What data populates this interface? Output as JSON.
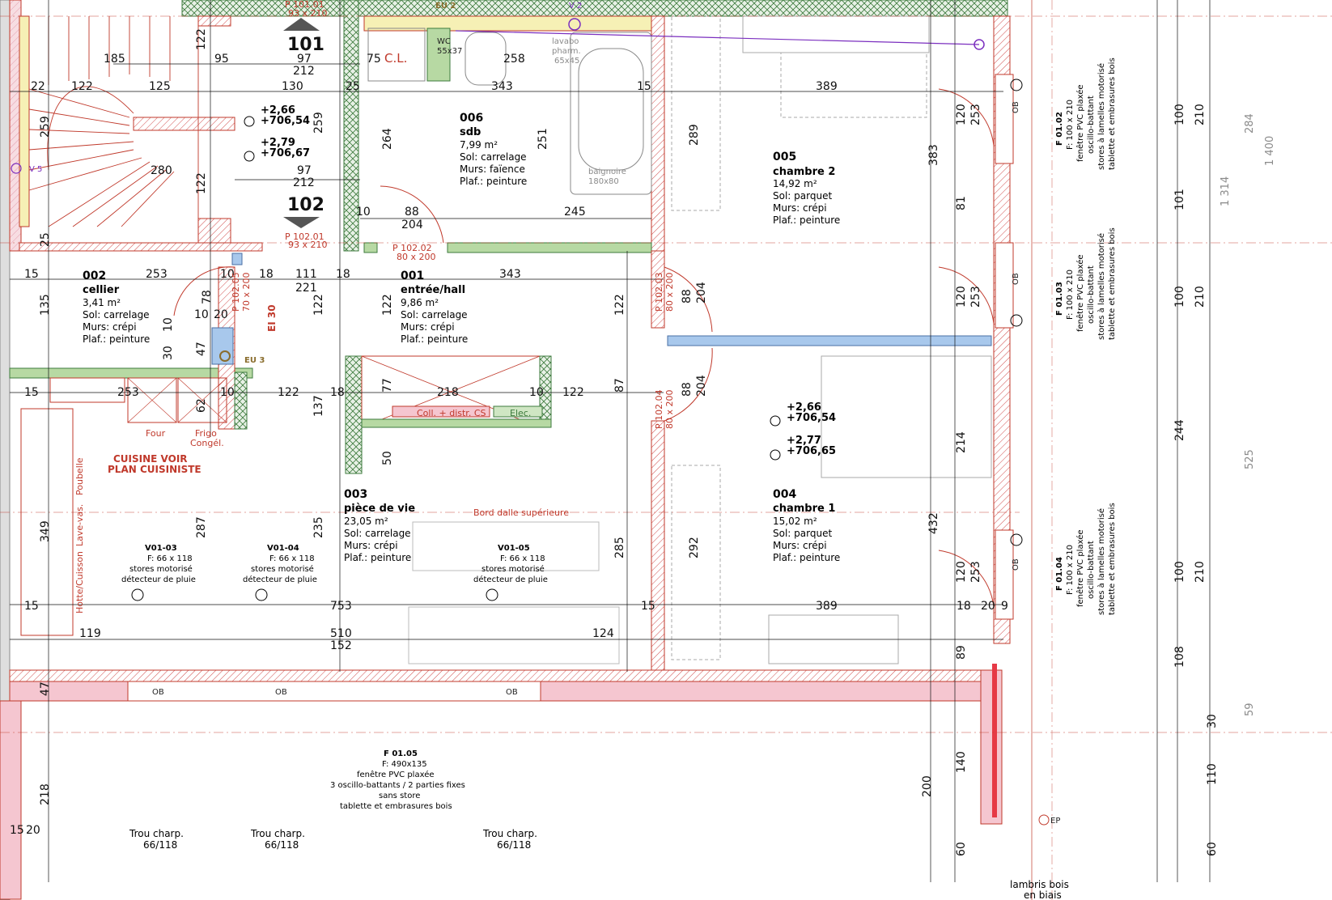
{
  "plan": {
    "top_dims": [
      "185",
      "95",
      "22",
      "122",
      "125",
      "130",
      "25",
      "75",
      "343",
      "15",
      "389",
      "97",
      "212"
    ],
    "doors": {
      "p10101": {
        "code": "P 101.01",
        "size": "93 x 210"
      },
      "p10201": {
        "code": "P 102.01",
        "size": "93 x 210"
      },
      "p10202": {
        "code": "P 102.02",
        "size": "80 x 200"
      },
      "p10203": {
        "code": "P 102.03",
        "size": "80 x 200"
      },
      "p10204": {
        "code": "P 102.04",
        "size": "80 x 200"
      },
      "p10205": {
        "code": "P 102.05",
        "size": "70 x 200"
      }
    },
    "stair_labels": {
      "up": "101",
      "down": "102",
      "up_dims": "97",
      "up_dims2": "212",
      "down_dims": "97",
      "down_dims2": "212"
    },
    "levels": [
      {
        "a": "+2,66",
        "b": "+706,54"
      },
      {
        "a": "+2,79",
        "b": "+706,67"
      },
      {
        "a": "+2,66",
        "b": "+706,54"
      },
      {
        "a": "+2,77",
        "b": "+706,65"
      }
    ],
    "rooms": {
      "r006": {
        "no": "006",
        "name": "sdb",
        "area": "7,99 m²",
        "sol": "Sol: carrelage",
        "murs": "Murs: faïence",
        "plaf": "Plaf.: peinture"
      },
      "r005": {
        "no": "005",
        "name": "chambre 2",
        "area": "14,92 m²",
        "sol": "Sol:   parquet",
        "murs": "Murs:      crépi",
        "plaf": "Plaf.: peinture"
      },
      "r002": {
        "no": "002",
        "name": "cellier",
        "area": "3,41 m²",
        "sol": "Sol: carrelage",
        "murs": "Murs:      crépi",
        "plaf": "Plaf.: peinture"
      },
      "r001": {
        "no": "001",
        "name": "entrée/hall",
        "area": "9,86 m²",
        "sol": "Sol: carrelage",
        "murs": "Murs:      crépi",
        "plaf": "Plaf.: peinture"
      },
      "r003": {
        "no": "003",
        "name": "pièce de vie",
        "area": "23,05 m²",
        "sol": "Sol: carrelage",
        "murs": "Murs:      crépi",
        "plaf": "Plaf.: peinture"
      },
      "r004": {
        "no": "004",
        "name": "chambre 1",
        "area": "15,02 m²",
        "sol": "Sol:   parquet",
        "murs": "Murs:      crépi",
        "plaf": "Plaf.: peinture"
      }
    },
    "fixtures": {
      "cl": "C.L.",
      "wc": "WC",
      "wc_size": "55x37",
      "lavabo": "lavabo",
      "pharm": "pharm.",
      "lav_size": "65x45",
      "baignoire": "baignoire",
      "bain_size": "180x80",
      "eu2": "EU 2",
      "v2": "V 2",
      "v5": "V 5",
      "eu3": "EU 3",
      "ei30": "EI 30",
      "four": "Four",
      "frigo": "Frigo",
      "congel": "Congél.",
      "poubelle": "Poubelle",
      "lavevas": "Lave-vas.",
      "hotte": "Hotte/Cuisson",
      "coll": "Coll. + distr. CS",
      "elec": "Elec.",
      "bord": "Bord dalle supérieure",
      "cuisine1": "CUISINE VOIR",
      "cuisine2": "PLAN CUISINISTE",
      "ep": "EP",
      "lambris1": "lambris bois",
      "lambris2": "en biais",
      "ob": "OB"
    },
    "velux": [
      {
        "code": "V01-03",
        "f": "F: 66 x 118",
        "l1": "stores motorisé",
        "l2": "détecteur de pluie"
      },
      {
        "code": "V01-04",
        "f": "F: 66 x 118",
        "l1": "stores motorisé",
        "l2": "détecteur de pluie"
      },
      {
        "code": "V01-05",
        "f": "F: 66 x 118",
        "l1": "stores motorisé",
        "l2": "détecteur de pluie"
      }
    ],
    "trou": {
      "l1": "Trou charp.",
      "l2": "66/118"
    },
    "f0105": {
      "code": "F 01.05",
      "f": "F: 490x135",
      "l1": "fenêtre PVC plaxée",
      "l2": "3 oscillo-battants / 2 parties fixes",
      "l3": "sans store",
      "l4": "tablette et embrasures bois"
    },
    "side_windows": [
      {
        "code": "F 01.02",
        "f": "F: 100 x 210",
        "l1": "fenêtre PVC plaxée",
        "l2": "oscillo-battant",
        "l3": "stores à lamelles motorisé",
        "l4": "tablette et embrasures bois"
      },
      {
        "code": "F 01.03",
        "f": "F: 100 x 210",
        "l1": "fenêtre PVC plaxée",
        "l2": "oscillo-battant",
        "l3": "stores à lamelles motorisé",
        "l4": "tablette et embrasures bois"
      },
      {
        "code": "F 01.04",
        "f": "F: 100 x 210",
        "l1": "fenêtre PVC plaxée",
        "l2": "oscillo-battant",
        "l3": "stores à lamelles motorisé",
        "l4": "tablette et embrasures bois"
      }
    ],
    "right_dims": [
      "284",
      "1 400",
      "1 314",
      "525",
      "59",
      "244"
    ],
    "h_dims": {
      "d253a": "253",
      "d10a": "10",
      "d18a": "18",
      "d111": "111",
      "d221": "221",
      "d18b": "18",
      "d343b": "343",
      "d15a": "15",
      "d253b": "253",
      "d10b": "10",
      "d122a": "122",
      "d18c": "18",
      "d218": "218",
      "d10c": "10",
      "d122b": "122",
      "d88": "88",
      "d204": "204",
      "d245": "245",
      "d258": "258",
      "d15b": "15",
      "d753": "753",
      "d15c": "15",
      "d389b": "389",
      "d18d": "18",
      "d20": "20",
      "d9": "9",
      "d119": "119",
      "d510": "510",
      "d152": "152",
      "d124": "124",
      "d280": "280",
      "d97c": "97",
      "d212c": "212",
      "d10d": "10",
      "d20b": "20",
      "d15e": "15",
      "d15f": "15",
      "d20c": "20"
    },
    "v_dims": {
      "v122a": "122",
      "v259a": "259",
      "v259b": "259",
      "v122b": "122",
      "v25a": "25",
      "v264": "264",
      "v251": "251",
      "v289": "289",
      "v383": "383",
      "v120a": "120",
      "v253a": "253",
      "v81": "81",
      "v100a": "100",
      "v210a": "210",
      "v101": "101",
      "v78": "78",
      "v204a": "204",
      "v88a": "88",
      "v122c": "122",
      "v122d": "122",
      "v122e": "122",
      "v120b": "120",
      "v253b": "253",
      "v100b": "100",
      "v210b": "210",
      "v135": "135",
      "v47a": "47",
      "v30": "30",
      "v10a": "10",
      "v62": "62",
      "v137": "137",
      "v77": "77",
      "v87": "87",
      "v88b": "88",
      "v204b": "204",
      "v214": "214",
      "v50": "50",
      "v349": "349",
      "v287": "287",
      "v235": "235",
      "v285": "285",
      "v292": "292",
      "v432": "432",
      "v120c": "120",
      "v253c": "253",
      "v100c": "100",
      "v210c": "210",
      "v108": "108",
      "v89": "89",
      "v47b": "47",
      "v218": "218",
      "v200": "200",
      "v140": "140",
      "v60a": "60",
      "v110": "110",
      "v30b": "30",
      "v60b": "60"
    }
  }
}
